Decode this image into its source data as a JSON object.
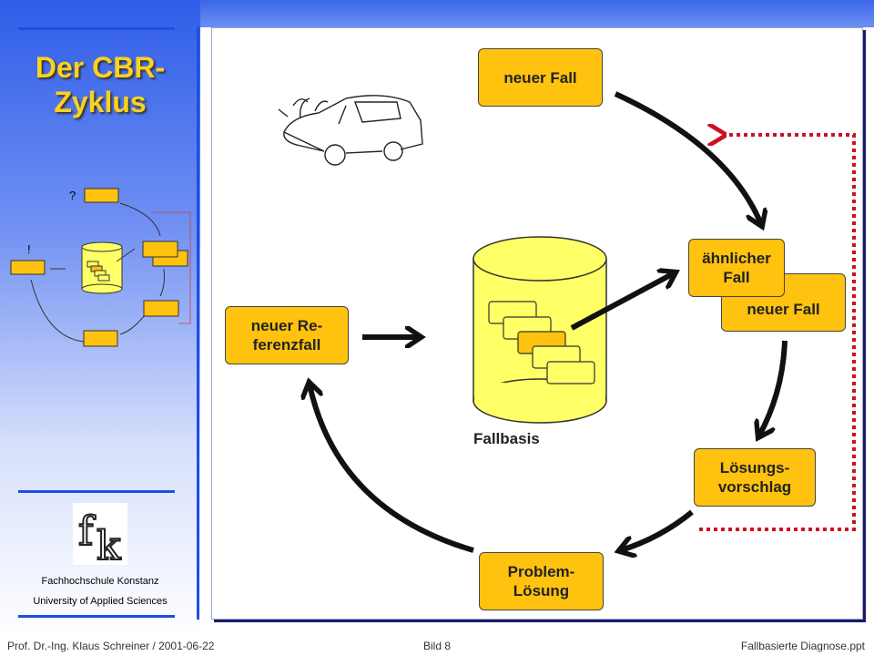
{
  "title": "Der CBR-\nZyklus",
  "sidebar": {
    "question_mark": "?",
    "exclamation_mark": "!",
    "institution": "Fachhochschule Konstanz",
    "institution_en": "University of Applied Sciences"
  },
  "diagram": {
    "new_case": "neuer Fall",
    "similar_case": "ähnlicher\nFall",
    "new_case_behind": "neuer Fall",
    "solution_proposal": "Lösungs-\nvorschlag",
    "problem_solution": "Problem-\nLösung",
    "new_reference_case": "neuer Re-\nferenzfall",
    "case_base_label": "Fallbasis"
  },
  "colors": {
    "box_fill": "#ffc20e",
    "cylinder_fill": "#ffff66",
    "dotted_arrow": "#cc1122",
    "accent": "#1e4fe0",
    "title": "#ffd21a"
  },
  "footer": {
    "author": "Prof. Dr.-Ing. Klaus Schreiner / 2001-06-22",
    "slide": "Bild 8",
    "file": "Fallbasierte Diagnose.ppt"
  }
}
